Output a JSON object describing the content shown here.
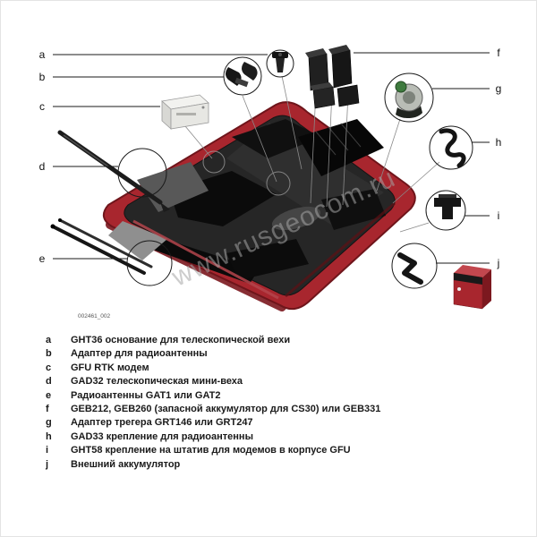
{
  "figure": {
    "code": "002461_002",
    "watermark": "www.rusgeocom.ru"
  },
  "diagram": {
    "description": "Transport case with equipment foam insert and callouts",
    "letters": [
      "a",
      "b",
      "c",
      "d",
      "e",
      "f",
      "g",
      "h",
      "i",
      "j"
    ]
  },
  "legend": {
    "items": [
      {
        "letter": "a",
        "text": "GHT36 основание для телескопической вехи"
      },
      {
        "letter": "b",
        "text": "Адаптер для радиоантенны"
      },
      {
        "letter": "c",
        "text": "GFU RTK модем"
      },
      {
        "letter": "d",
        "text": "GAD32 телескопическая мини-веха"
      },
      {
        "letter": "e",
        "text": "Радиоантенны GAT1 или GAT2"
      },
      {
        "letter": "f",
        "text": "GEB212, GEB260 (запасной аккумулятор для CS30) или GEB331"
      },
      {
        "letter": "g",
        "text": "Адаптер трегера GRT146 или GRT247"
      },
      {
        "letter": "h",
        "text": "GAD33 крепление для радиоантенны"
      },
      {
        "letter": "i",
        "text": "GHT58 крепление на штатив для модемов в корпусе GFU"
      },
      {
        "letter": "j",
        "text": "Внешний аккумулятор"
      }
    ]
  },
  "colors": {
    "case_red": "#a8262e",
    "case_red_dark": "#7c181f",
    "foam_dark": "#262626",
    "pocket_black": "#0b0b0b",
    "battery_red": "#a8262e",
    "adapter_green": "#3e7a3e",
    "watermark_gray": "#a5a5a5",
    "callout_black": "#1a1a1a"
  }
}
